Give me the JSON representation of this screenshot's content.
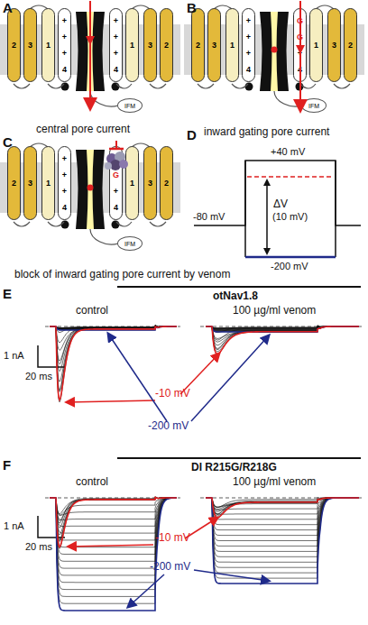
{
  "diagram": {
    "nodes": [
      {
        "text": [
          "2"
        ]
      },
      {
        "text": [
          "3"
        ]
      },
      {
        "text": [
          "1"
        ]
      },
      {
        "text": [
          "+",
          "+",
          "+",
          "4"
        ]
      },
      {
        "text": [
          "+",
          "+",
          "+",
          "4"
        ]
      },
      {
        "text": [
          "1"
        ]
      },
      {
        "text": [
          "3"
        ]
      },
      {
        "text": [
          "2"
        ]
      },
      {
        "text": [
          "IFM"
        ]
      },
      {
        "text": [
          "2"
        ]
      },
      {
        "text": [
          "3"
        ]
      },
      {
        "text": [
          "1"
        ]
      },
      {
        "text": [
          "+",
          "+",
          "+",
          "4"
        ]
      },
      {
        "text": [
          "G",
          "G",
          "+",
          "4"
        ]
      },
      {
        "text": [
          "1"
        ]
      },
      {
        "text": [
          "3"
        ]
      },
      {
        "text": [
          "2"
        ]
      },
      {
        "text": [
          "IFM"
        ]
      },
      {
        "text": [
          "2"
        ]
      },
      {
        "text": [
          "3"
        ]
      },
      {
        "text": [
          "1"
        ]
      },
      {
        "text": [
          "+",
          "+",
          "+",
          "4"
        ]
      },
      {
        "text": [
          "G",
          "G",
          "+",
          "4"
        ]
      },
      {
        "text": [
          "1"
        ]
      },
      {
        "text": [
          "3"
        ]
      },
      {
        "text": [
          "2"
        ]
      },
      {
        "text": [
          "IFM"
        ]
      }
    ],
    "labels": [
      "A",
      "B",
      "central pore current",
      "C",
      "D",
      "inward gating pore current",
      "+40 mV",
      "-80 mV",
      "ΔV",
      "(10 mV)",
      "-200 mV",
      "block of inward gating pore current by venom",
      "E",
      "otNav1.8",
      "control",
      "100 µg/ml venom",
      "1 nA",
      "20 ms",
      "-10 mV",
      "-200 mV",
      "F",
      "DI R215G/R218G",
      "control",
      "100 µg/ml venom",
      "1 nA",
      "20 ms",
      "-10 mV",
      "-200 mV"
    ]
  }
}
